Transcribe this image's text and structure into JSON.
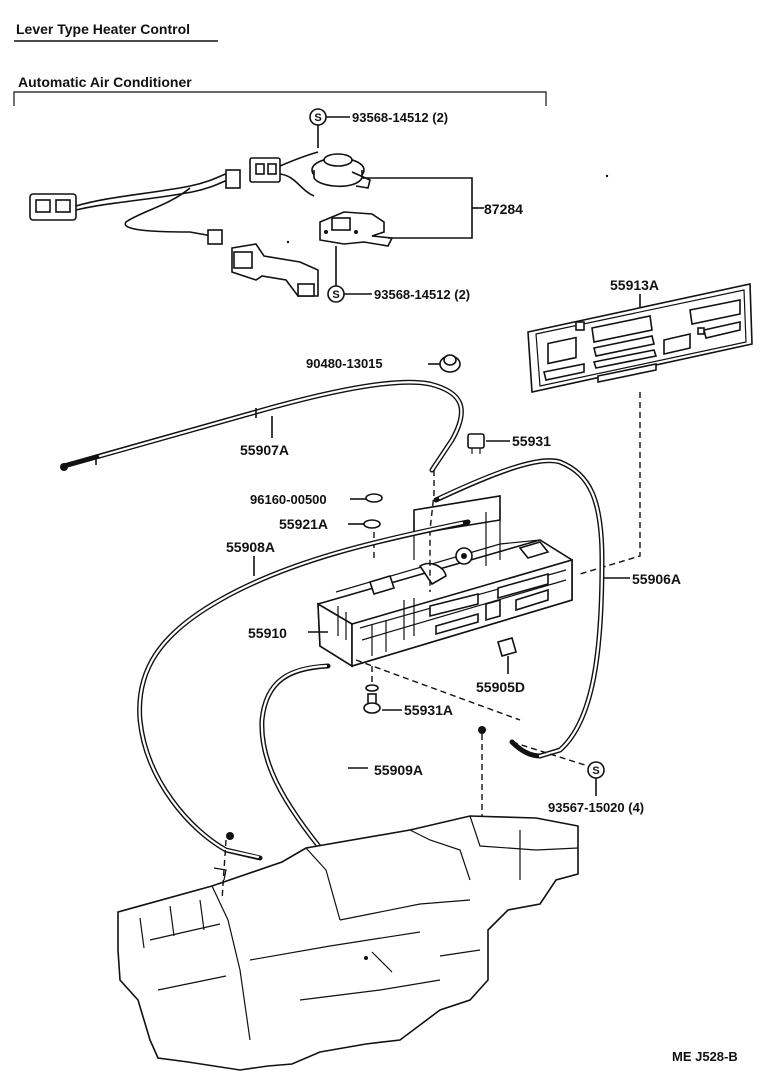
{
  "titles": {
    "lever_type": "Lever Type Heater Control",
    "auto_ac": "Automatic Air Conditioner"
  },
  "labels": {
    "p93568_top": "93568-14512 (2)",
    "p87284": "87284",
    "p93568_bottom": "93568-14512 (2)",
    "p55913A": "55913A",
    "p90480": "90480-13015",
    "p55907A": "55907A",
    "p55931": "55931",
    "p96160": "96160-00500",
    "p55921A": "55921A",
    "p55908A": "55908A",
    "p55906A": "55906A",
    "p55910": "55910",
    "p55905D": "55905D",
    "p55931A": "55931A",
    "p55909A": "55909A",
    "p93567": "93567-15020 (4)"
  },
  "symbols": {
    "s": "S"
  },
  "footer": {
    "code": "ME J528-B"
  }
}
